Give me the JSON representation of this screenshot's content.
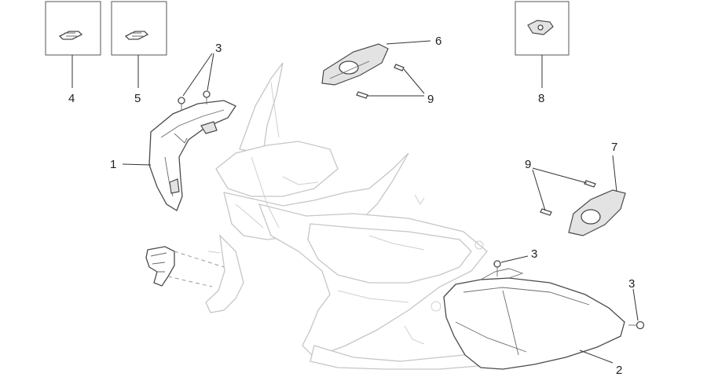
{
  "callouts": {
    "c1": "1",
    "c2": "2",
    "c3a": "3",
    "c3b": "3",
    "c3c": "3",
    "c4": "4",
    "c5": "5",
    "c6": "6",
    "c7": "7",
    "c8": "8",
    "c9a": "9",
    "c9b": "9"
  }
}
